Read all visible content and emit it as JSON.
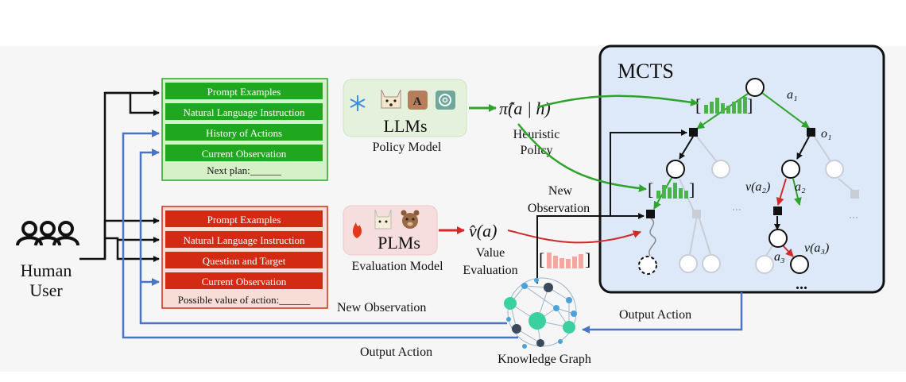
{
  "user": {
    "label_line1": "Human",
    "label_line2": "User"
  },
  "policy_prompt": {
    "items": [
      "Prompt Examples",
      "Natural Language Instruction",
      "History of Actions",
      "Current Observation"
    ],
    "footer": "Next plan:______"
  },
  "eval_prompt": {
    "items": [
      "Prompt Examples",
      "Natural Language Instruction",
      "Question and Target",
      "Current Observation"
    ],
    "footer": "Possible value of  action:______"
  },
  "llm": {
    "title": "LLMs",
    "caption": "Policy Model"
  },
  "plm": {
    "title": "PLMs",
    "caption": "Evaluation Model"
  },
  "heuristic": {
    "symbol": "π̂(a | h)",
    "label_line1": "Heuristic",
    "label_line2": "Policy"
  },
  "value": {
    "symbol": "v̂(a)",
    "label_line1": "Value",
    "label_line2": "Evaluation"
  },
  "new_obs_top": {
    "line1": "New",
    "line2": "Observation"
  },
  "mcts": {
    "title": "MCTS",
    "a1": "a₁",
    "o1": "o₁",
    "v_a2": "v(a₂)",
    "a2": "a₂",
    "a3": "a₃",
    "v_a3": "v(a₃)",
    "ellipsis": "..."
  },
  "kg": {
    "label": "Knowledge Graph"
  },
  "bottom": {
    "new_observation": "New Observation",
    "output_action_left": "Output Action",
    "output_action_right": "Output Action"
  },
  "colors": {
    "green_bar": "#1fa81f",
    "green_panel": "#d6f0c8",
    "red_bar": "#d32a14",
    "red_panel": "#f7ddd6",
    "mcts_bg": "#dde9f9",
    "blue_arrow": "#4a74c4",
    "green_arrow": "#2ea42a",
    "red_arrow": "#d22a2a"
  },
  "icons": [
    "snowflake-icon",
    "dog-icon",
    "anthropic-icon",
    "openai-icon",
    "fire-icon",
    "alpaca-icon",
    "bear-icon",
    "users-icon"
  ]
}
